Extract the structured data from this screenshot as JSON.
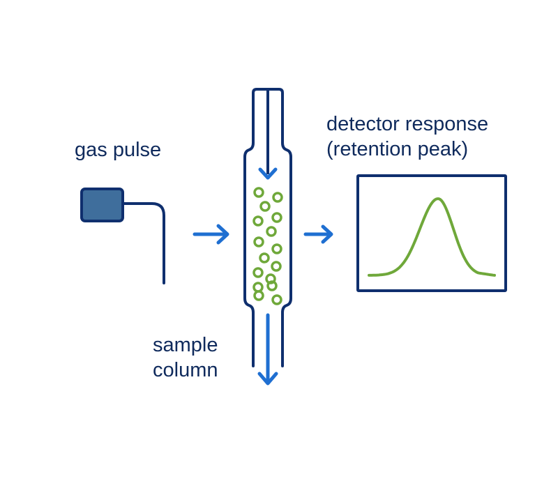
{
  "labels": {
    "gas_pulse": "gas pulse",
    "detector_line1": "detector response",
    "detector_line2": "(retention peak)",
    "sample_line1": "sample",
    "sample_line2": "column"
  },
  "colors": {
    "outline": "#0f2f6e",
    "text": "#0f2a5c",
    "arrow": "#1f6fd1",
    "pulse_box_fill": "#3f6e9c",
    "particle": "#6fa83a",
    "peak": "#6fa83a"
  },
  "column": {
    "particle_count": 16
  },
  "detector_plot": {
    "curve": "gaussian-peak",
    "peak_position": 0.55
  }
}
